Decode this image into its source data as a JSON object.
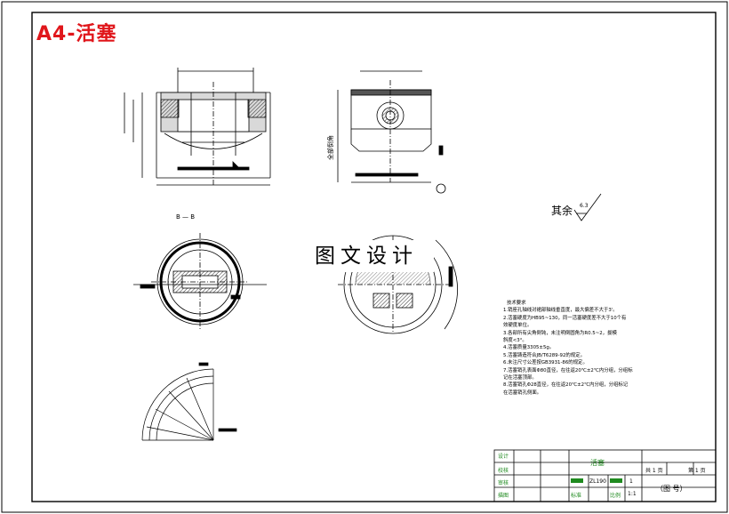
{
  "sheet": {
    "title": "A4-活塞",
    "watermark": "图文设计",
    "roughness": {
      "label": "其余",
      "value": "6.3"
    },
    "section_label": "B — B"
  },
  "notes": {
    "heading": "技术要求",
    "items": [
      "1.销座孔轴线对裙部轴线垂直度，最大偏差不大于3'。",
      "2.活塞硬度为HB95~130，同一活塞硬度差不大于10个有",
      "   效硬度单位。",
      "3.各部所有尖角倒钝，未注明倒圆角为R0.5~2，拔模",
      "   斜度<3°。",
      "4.活塞质量3305±5g。",
      "5.活塞铸造符合JB/T6289-92的规定。",
      "6.未注尺寸公差按GB3931-86的规定。",
      "7.活塞销孔表面Φ80直径，在往返20℃±2℃内分组，分组标",
      "   记在活塞顶部。",
      "8.活塞销孔Φ28直径，在往返20℃±2℃内分组，分组标记",
      "   在活塞销孔侧面。"
    ]
  },
  "title_block": {
    "part_name": "活塞",
    "model": "ZL190",
    "quantity": "1",
    "scale": "1:1",
    "sheet_total": "共 1 页",
    "sheet_no": "第 1 页",
    "drawing_no": "（图  号）",
    "labels": [
      "设计",
      "校核",
      "审核",
      "描图",
      "标准",
      "比例"
    ]
  }
}
